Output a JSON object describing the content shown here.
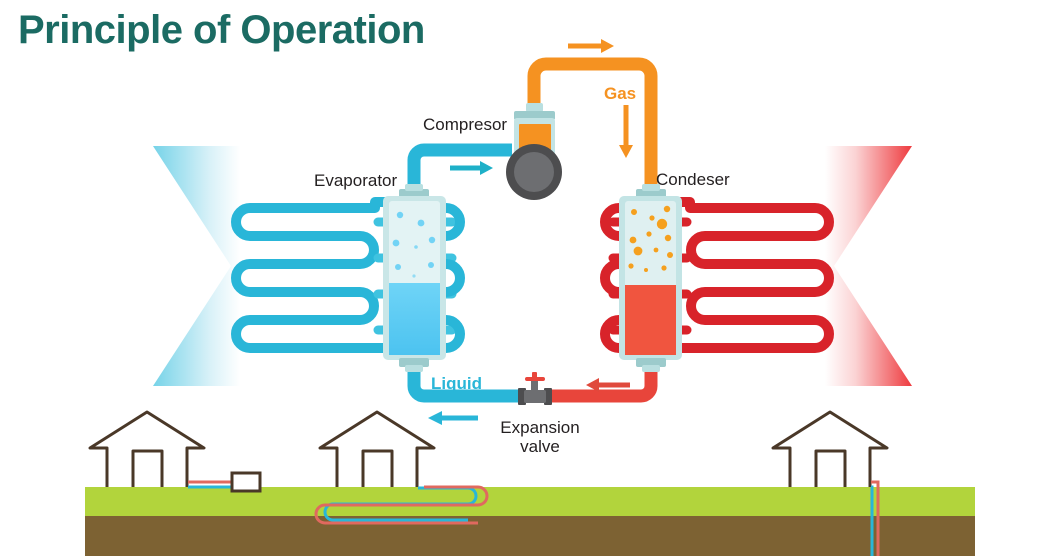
{
  "title": "Principle of Operation",
  "colors": {
    "title": "#1b6b63",
    "cold_cyan": "#29b6d8",
    "cold_arrow_fill": "#b7e6f2",
    "hot_red": "#d8232a",
    "hot_arrow_fill": "#f4a3a3",
    "gas_orange": "#f59221",
    "liquid_cyan": "#29b6d8",
    "grass": "#b2d43c",
    "soil": "#7d6233",
    "house_outline": "#4a3828",
    "vessel_body": "#b9dfe0",
    "evaporator_liquid": "#5ecdf5",
    "condenser_liquid": "#f05543",
    "motor_dark": "#4d4d4f",
    "motor_light": "#6d6e71",
    "label_text": "#231f20"
  },
  "labels": {
    "compressor": "Compresor",
    "evaporator": "Evaporator",
    "condenser": "Condeser",
    "gas": "Gas",
    "liquid": "Liquid",
    "expansion_valve_line1": "Expansion",
    "expansion_valve_line2": "valve"
  },
  "components": {
    "cold_arrow": {
      "name": "cold-output-arrow",
      "direction": "left"
    },
    "hot_arrow": {
      "name": "hot-output-arrow",
      "direction": "right"
    },
    "evaporator_coil_turns": 6,
    "condenser_coil_turns": 6,
    "flow_arrows": [
      {
        "name": "gas-arrow-top",
        "direction": "right",
        "color": "#f59221"
      },
      {
        "name": "gas-arrow-down",
        "direction": "down",
        "color": "#f59221"
      },
      {
        "name": "suction-arrow",
        "direction": "right",
        "color": "#29b6d8"
      },
      {
        "name": "liquid-arrow-left",
        "direction": "left",
        "color": "#29b6d8"
      },
      {
        "name": "hot-liquid-arrow-left",
        "direction": "left",
        "color": "#e0493c"
      }
    ]
  },
  "ground": {
    "houses": [
      {
        "name": "house-left",
        "loop_type": "horizontal-surface"
      },
      {
        "name": "house-middle",
        "loop_type": "horizontal-ground-loop"
      },
      {
        "name": "house-right",
        "loop_type": "vertical-borehole"
      }
    ]
  }
}
